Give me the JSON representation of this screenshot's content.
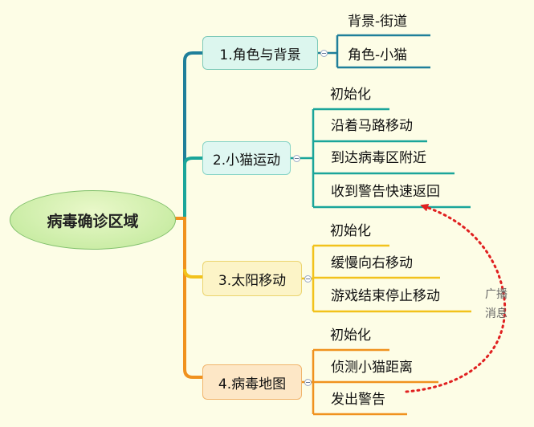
{
  "diagram": {
    "root": "病毒确诊区域",
    "branches": [
      {
        "label": "1.角色与背景",
        "color": "#1f7f9a",
        "items": [
          "背景-街道",
          "角色-小猫"
        ]
      },
      {
        "label": "2.小猫运动",
        "color": "#1aa59a",
        "items": [
          "初始化",
          "沿着马路移动",
          "到达病毒区附近",
          "收到警告快速返回"
        ]
      },
      {
        "label": "3.太阳移动",
        "color": "#f2c21b",
        "items": [
          "初始化",
          "缓慢向右移动",
          "游戏结束停止移动"
        ]
      },
      {
        "label": "4.病毒地图",
        "color": "#f0921e",
        "items": [
          "初始化",
          "侦测小猫距离",
          "发出警告"
        ]
      }
    ],
    "broadcast_label": [
      "广播",
      "消息"
    ]
  }
}
